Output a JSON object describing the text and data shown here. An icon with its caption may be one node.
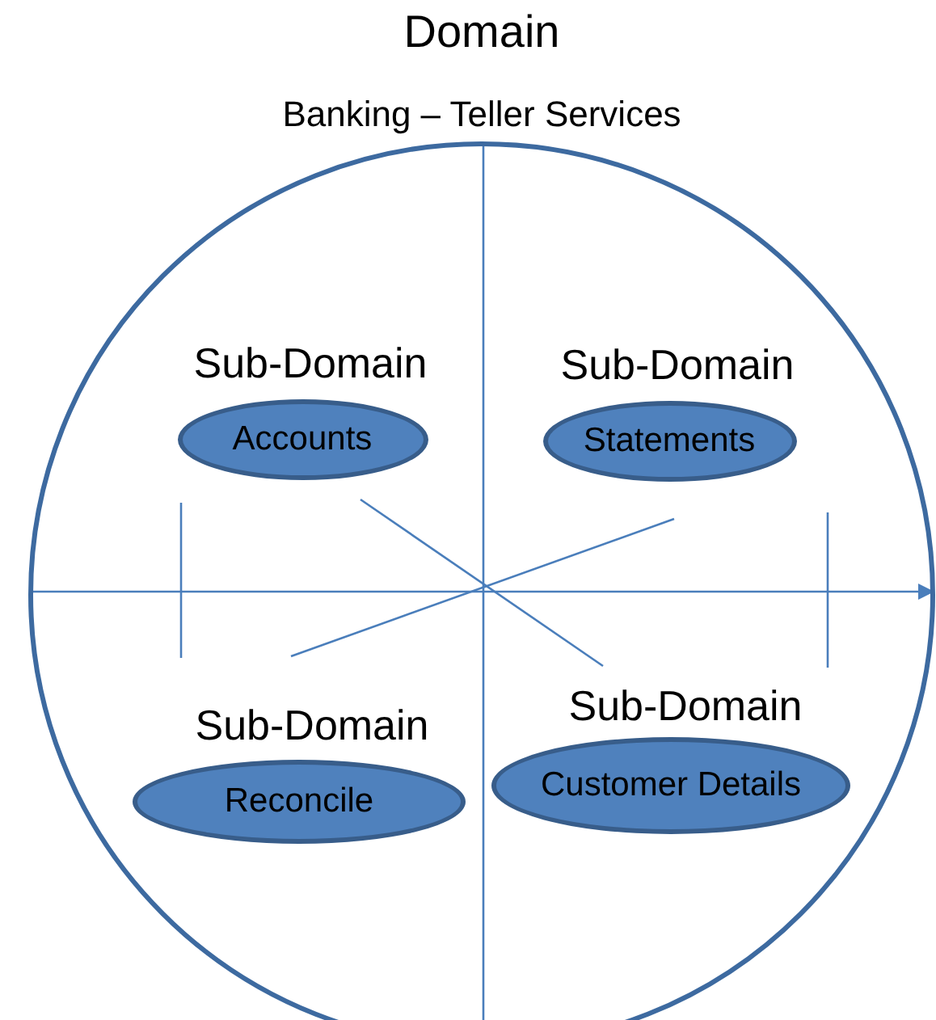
{
  "diagram": {
    "nodes": [
      {
        "text": [
          "Domain",
          "Banking – Teller Services"
        ]
      },
      {
        "text": [
          "Sub-Domain",
          "Accounts"
        ],
        "in": 0
      },
      {
        "text": [
          "Sub-Domain",
          "Statements"
        ],
        "in": 0
      },
      {
        "text": [
          "Sub-Domain",
          "Reconcile"
        ],
        "in": 0
      },
      {
        "text": [
          "Sub-Domain",
          "Customer Details"
        ],
        "in": 0
      }
    ]
  }
}
